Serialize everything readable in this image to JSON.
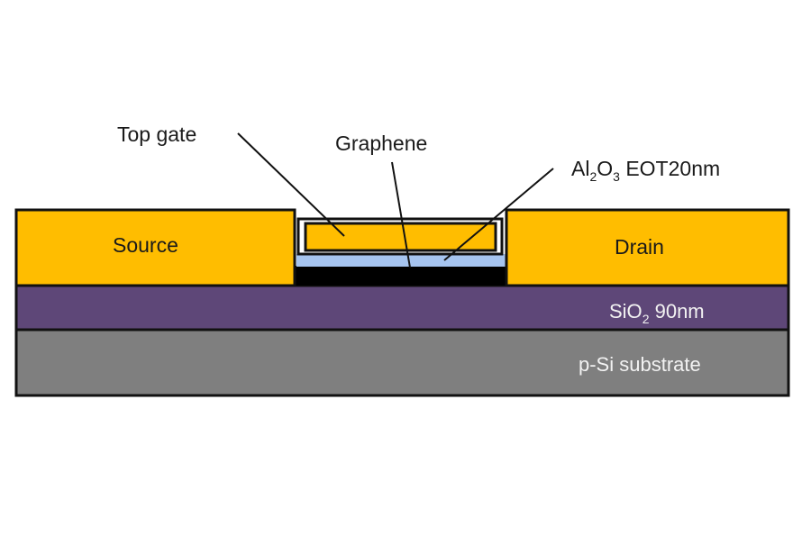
{
  "layers": {
    "source": {
      "label": "Source"
    },
    "drain": {
      "label": "Drain"
    },
    "oxide": {
      "label_main": "SiO",
      "label_sub": "2",
      "label_rest": " 90nm"
    },
    "substrate": {
      "label": "p-Si substrate"
    }
  },
  "callouts": {
    "top_gate": "Top gate",
    "graphene": "Graphene",
    "dielectric": {
      "part1": "Al",
      "sub1": "2",
      "part2": "O",
      "sub2": "3",
      "rest": " EOT20nm"
    }
  },
  "colors": {
    "gold": "#ffbd00",
    "oxide": "#5e4778",
    "substrate": "#7f7f7f",
    "dielectric": "#a6c4ef",
    "graphene": "#000000",
    "outline": "#111111"
  }
}
